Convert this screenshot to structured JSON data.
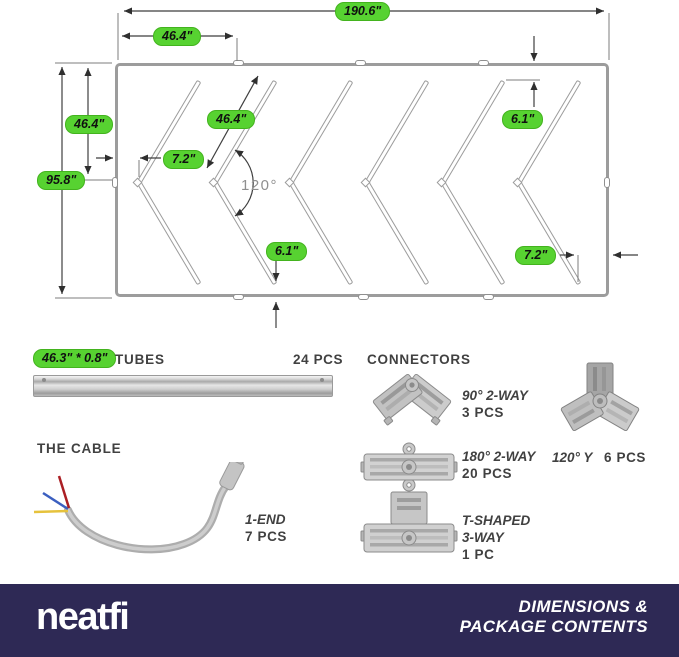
{
  "diagram": {
    "dims": {
      "total_width": "190.6\"",
      "top_segment": "46.4\"",
      "left_upper_height": "46.4\"",
      "total_height": "95.8\"",
      "tube_length": "46.4\"",
      "vertex_offset": "7.2\"",
      "angle": "120°",
      "top_right_gap": "6.1\"",
      "bottom_gap": "6.1\"",
      "bottom_right_gap": "7.2\""
    }
  },
  "tubes": {
    "size": "46.3\" * 0.8\"",
    "label": "TUBES",
    "count": "24 PCS"
  },
  "cable": {
    "label": "THE CABLE",
    "type": "1-END",
    "count": "7 PCS"
  },
  "connectors": {
    "label": "CONNECTORS",
    "c90": {
      "name": "90° 2-WAY",
      "count": "3 PCS"
    },
    "c180": {
      "name": "180° 2-WAY",
      "count": "20 PCS"
    },
    "y120": {
      "name": "120° Y",
      "count": "6 PCS"
    },
    "t3": {
      "name_line1": "T-SHAPED",
      "name_line2": "3-WAY",
      "count": "1 PC"
    }
  },
  "footer": {
    "brand": "neatfi",
    "line1": "DIMENSIONS &",
    "line2": "PACKAGE CONTENTS"
  },
  "colors": {
    "badge_green": "#57d231",
    "footer_bg": "#2e2955"
  }
}
